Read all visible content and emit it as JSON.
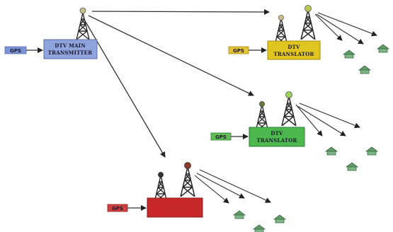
{
  "main": {
    "line1": "DTV MAIN",
    "line2": "TRANSMITTER",
    "gps": "GPS",
    "box_color": "#8fa3dc",
    "gps_color": "#7b93d6"
  },
  "translators": [
    {
      "line1": "DTV",
      "line2": "TRANSLATOR",
      "gps": "GPS",
      "box_color": "#e0c520",
      "gps_color": "#e3c23a"
    },
    {
      "line1": "DTV",
      "line2": "TRANSLATOR",
      "gps": "GPS",
      "box_color": "#4db84d",
      "gps_color": "#63bd55"
    },
    {
      "line1": "",
      "line2": "",
      "gps": "GPS",
      "box_color": "#c62828",
      "gps_color": "#d04040"
    }
  ],
  "icons": {
    "tower": "transmitter-tower-icon",
    "house": "house-icon"
  },
  "colors": {
    "arrow": "#333333",
    "tower_stroke": "#2a2a2a",
    "house_fill": "#5f9a67",
    "text": "#1a1a2e"
  }
}
